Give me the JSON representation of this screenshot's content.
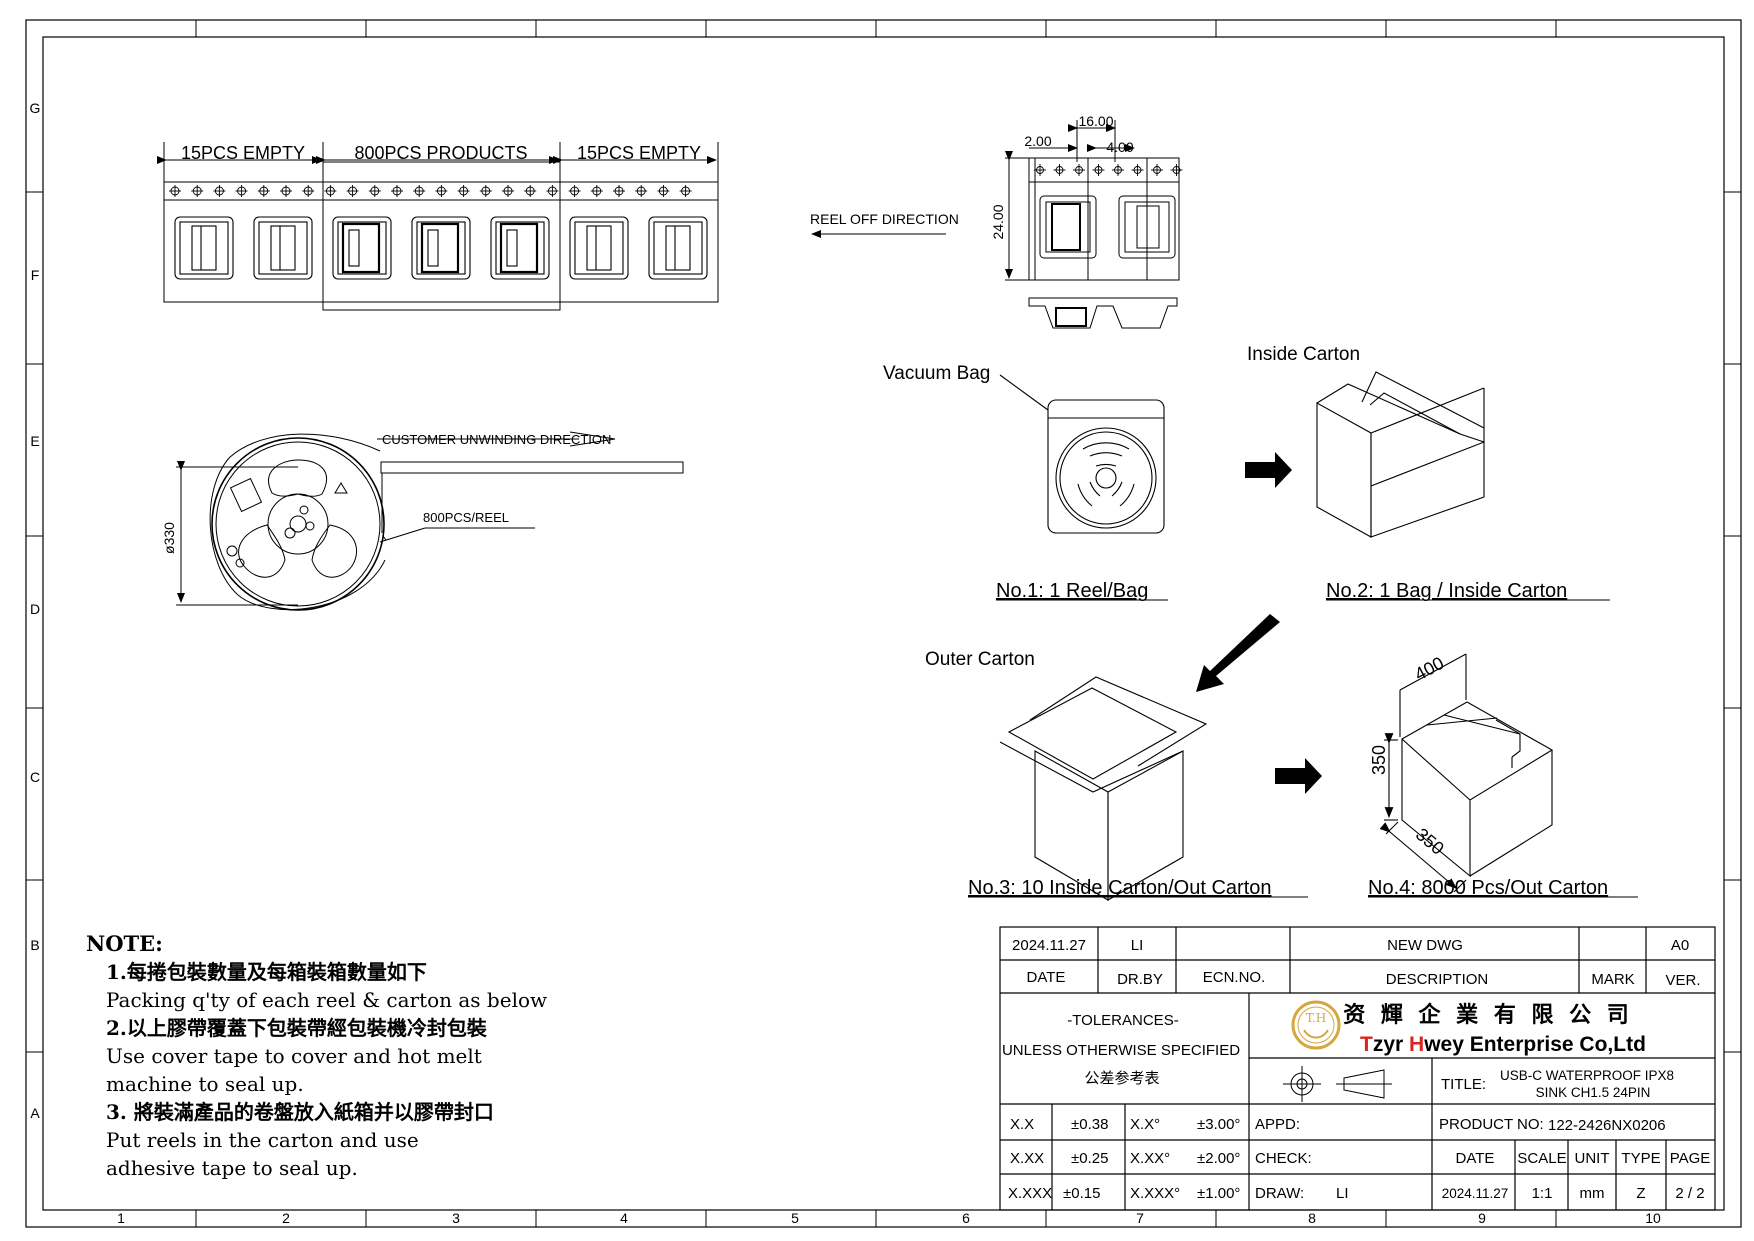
{
  "border": {
    "rows": [
      "G",
      "F",
      "E",
      "D",
      "C",
      "B",
      "A"
    ],
    "cols": [
      "1",
      "2",
      "3",
      "4",
      "5",
      "6",
      "7",
      "8",
      "9",
      "10"
    ]
  },
  "tape": {
    "empty_left": "15PCS  EMPTY",
    "products": "800PCS  PRODUCTS",
    "empty_right": "15PCS  EMPTY",
    "reel_off": "REEL  OFF  DIRECTION",
    "dim_pitch": "16.00",
    "dim_offset": "2.00",
    "dim_hole": "4.00",
    "dim_width": "24.00"
  },
  "reel": {
    "unwinding": "CUSTOMER UNWINDING DIRECTION",
    "per_reel": "800PCS/REEL",
    "diameter": "ø330"
  },
  "packaging": {
    "vacuum_bag": "Vacuum  Bag",
    "inside_carton": "Inside  Carton",
    "outer_carton": "Outer  Carton",
    "step1": "No.1:  1  Reel/Bag",
    "step2": "No.2:  1  Bag  /  Inside  Carton",
    "step3": "No.3:  10  Inside  Carton/Out  Carton",
    "step4": "No.4:  8000  Pcs/Out  Carton",
    "dim_400": "400",
    "dim_350a": "350",
    "dim_350b": "350"
  },
  "note": {
    "title": "NOTE:",
    "lines": [
      "1.每捲包裝數量及每箱裝箱數量如下",
      "Packing q'ty of each reel & carton as below",
      "2.以上膠帶覆蓋下包裝帶經包裝機冷封包裝",
      "Use cover tape to cover and hot melt",
      "machine to seal up.",
      "3. 將裝滿產品的卷盤放入紙箱并以膠帶封口",
      "Put reels in the carton and use",
      "adhesive tape to seal up."
    ]
  },
  "titleblock": {
    "rev_date": "2024.11.27",
    "rev_by": "LI",
    "rev_desc": "NEW DWG",
    "rev_ver": "A0",
    "h_date": "DATE",
    "h_drby": "DR.BY",
    "h_ecn": "ECN.NO.",
    "h_desc": "DESCRIPTION",
    "h_mark": "MARK",
    "h_ver": "VER.",
    "tol1": "-TOLERANCES-",
    "tol2": "UNLESS OTHERWISE SPECIFIED",
    "tol3": "公差参考表",
    "logo": "T.H",
    "company_cn": "资 輝 企 業 有 限 公 司",
    "company_en_t": "T",
    "company_en_1": "zyr ",
    "company_en_h": "H",
    "company_en_2": "wey Enterprise Co,Ltd",
    "title_lbl": "TITLE:",
    "title_1": "USB-C WATERPROOF IPX8",
    "title_2": "SINK CH1.5 24PIN",
    "tol_rows": [
      [
        "X.X",
        "±0.38",
        "X.X°",
        "±3.00°"
      ],
      [
        "X.XX",
        "±0.25",
        "X.XX°",
        "±2.00°"
      ],
      [
        "X.XXX",
        "±0.15",
        "X.XXX°",
        "±1.00°"
      ]
    ],
    "appd": "APPD:",
    "check": "CHECK:",
    "draw": "DRAW:",
    "draw_by": "LI",
    "product_no_lbl": "PRODUCT NO:",
    "product_no": "122-2426NX0206",
    "b_date": "DATE",
    "b_scale": "SCALE",
    "b_unit": "UNIT",
    "b_type": "TYPE",
    "b_page": "PAGE",
    "v_date": "2024.11.27",
    "v_scale": "1:1",
    "v_unit": "mm",
    "v_type": "Z",
    "v_page": "2 / 2"
  },
  "colors": {
    "logo_gold": "#d8a640",
    "brand_red": "#d9251c",
    "line": "#000000"
  }
}
